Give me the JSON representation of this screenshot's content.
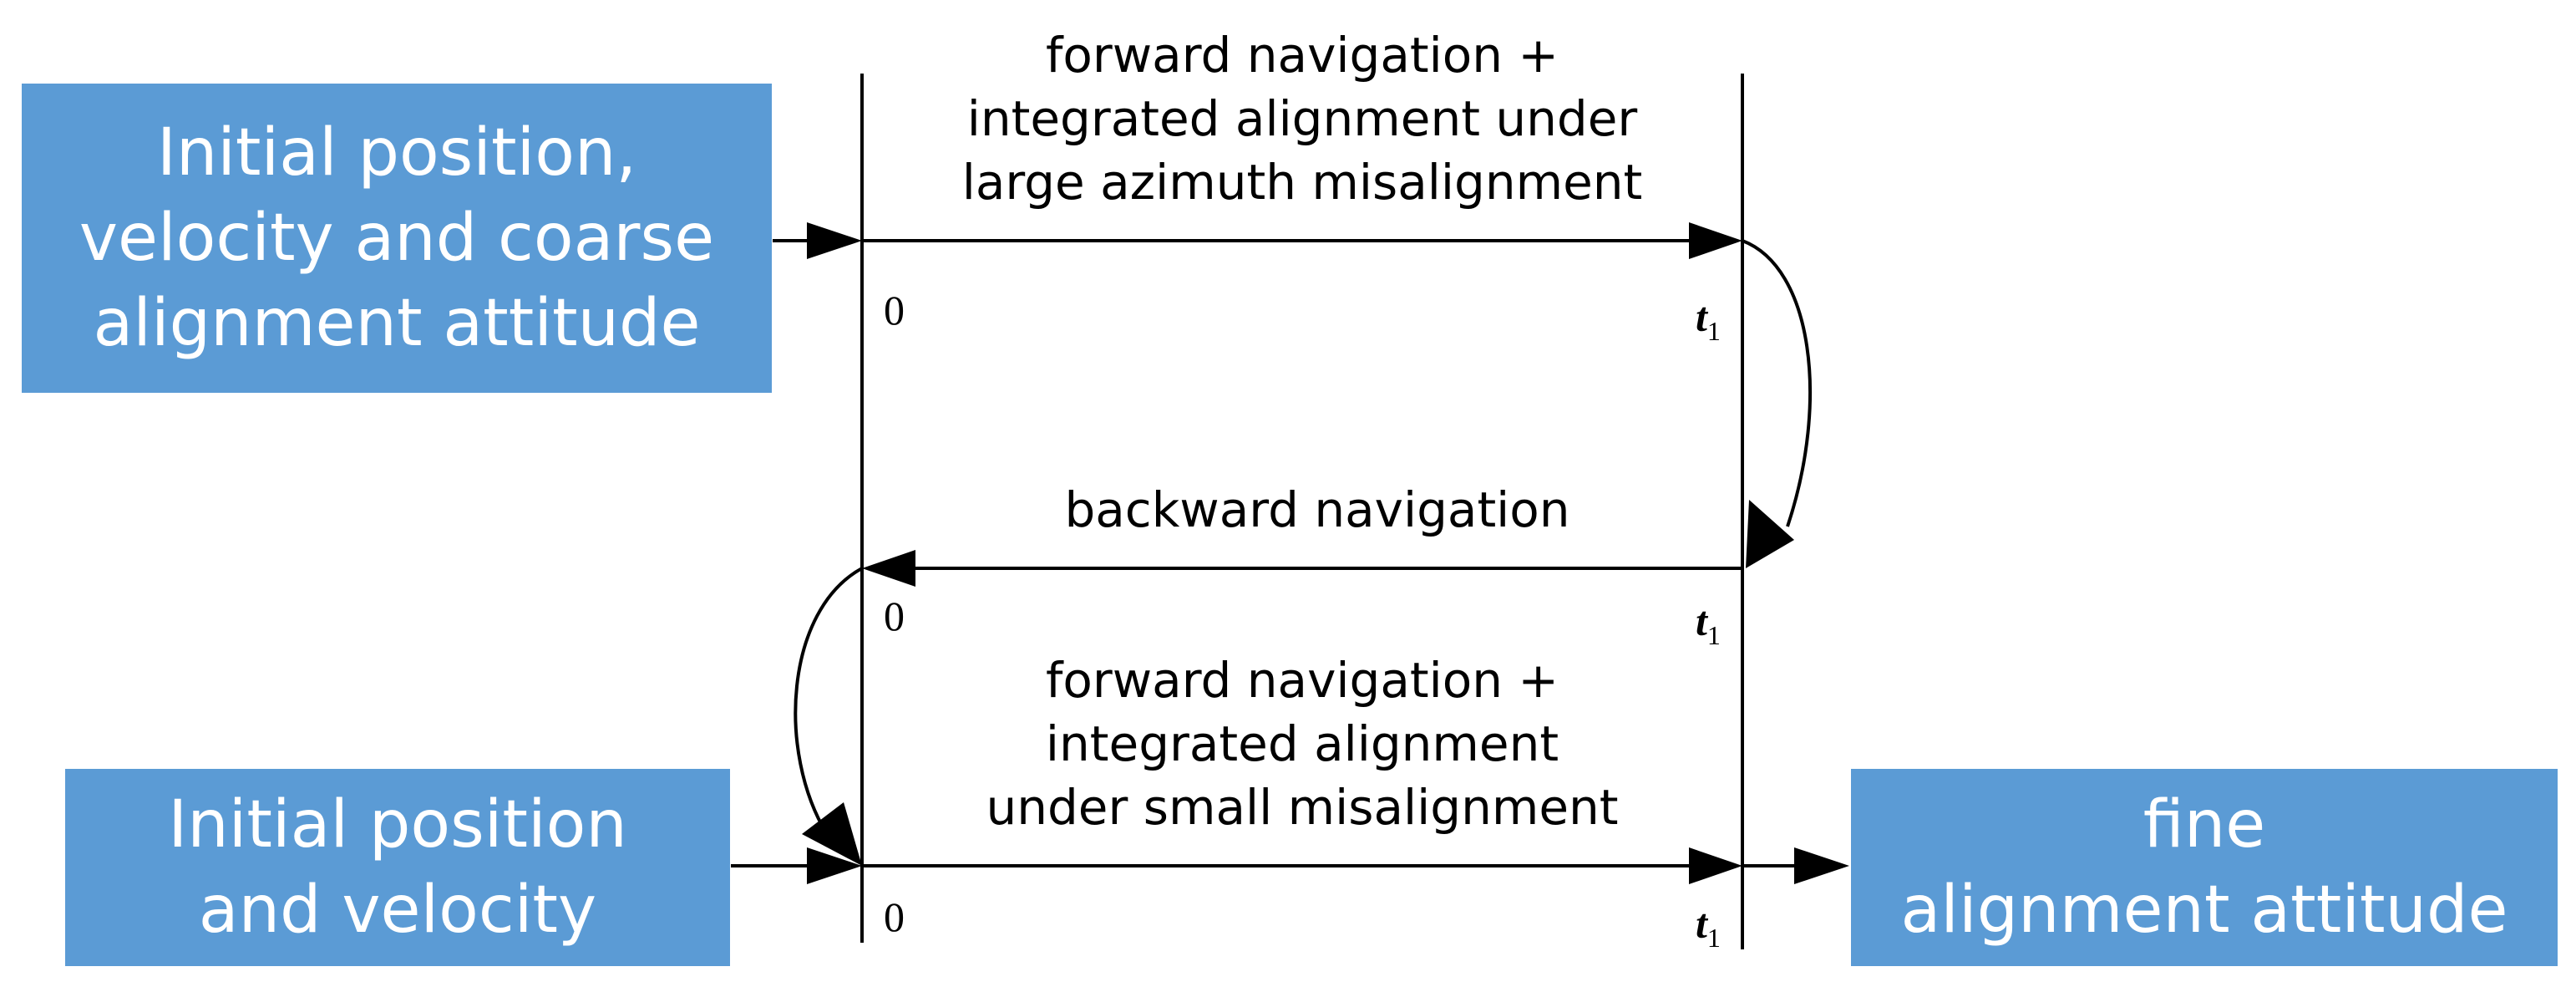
{
  "colors": {
    "box_fill": "#5B9BD5",
    "box_text": "#FFFFFF",
    "line": "#000000"
  },
  "boxes": {
    "start_coarse": [
      "Initial position,",
      "velocity and coarse",
      "alignment attitude"
    ],
    "start_pos_vel": [
      "Initial position",
      "and velocity"
    ],
    "result": [
      "fine",
      "alignment attitude"
    ]
  },
  "stages": {
    "forward_1": [
      "forward navigation +",
      "integrated  alignment under",
      "large azimuth misalignment"
    ],
    "backward": [
      "backward navigation"
    ],
    "forward_2": [
      "forward navigation +",
      "integrated  alignment",
      "under small misalignment"
    ]
  },
  "ticks": {
    "zero": "0",
    "t1_symbol": "t",
    "t1_subscript": "1"
  }
}
